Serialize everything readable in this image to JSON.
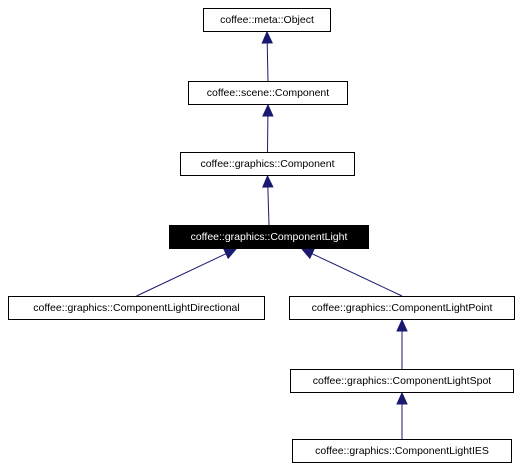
{
  "diagram": {
    "nodes": {
      "object": "coffee::meta::Object",
      "scene_component": "coffee::scene::Component",
      "graphics_component": "coffee::graphics::Component",
      "component_light": "coffee::graphics::ComponentLight",
      "light_directional": "coffee::graphics::ComponentLightDirectional",
      "light_point": "coffee::graphics::ComponentLightPoint",
      "light_spot": "coffee::graphics::ComponentLightSpot",
      "light_ies": "coffee::graphics::ComponentLightIES"
    },
    "edges": [
      {
        "from": "scene_component",
        "to": "object"
      },
      {
        "from": "graphics_component",
        "to": "scene_component"
      },
      {
        "from": "component_light",
        "to": "graphics_component"
      },
      {
        "from": "light_directional",
        "to": "component_light"
      },
      {
        "from": "light_point",
        "to": "component_light"
      },
      {
        "from": "light_spot",
        "to": "light_point"
      },
      {
        "from": "light_ies",
        "to": "light_spot"
      }
    ],
    "highlighted_node": "component_light",
    "colors": {
      "edge": "#191970",
      "node_border": "#000000",
      "highlight_fill": "#000000",
      "highlight_text": "#ffffff"
    }
  }
}
